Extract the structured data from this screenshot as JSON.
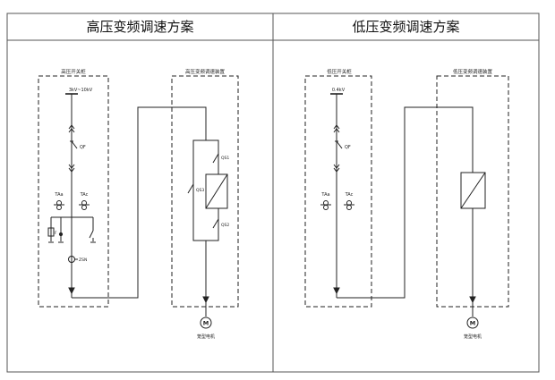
{
  "panels": {
    "hv": {
      "title": "高压变频调速方案",
      "switchgear_label": "高压开关柜",
      "drive_label": "高压变频调速装置",
      "voltage": "3kV~10kV",
      "qf": "QF",
      "tv_a": "TAa",
      "tv_c": "TAc",
      "qs1": "QS1",
      "qs2": "QS2",
      "qs3": "QS3",
      "fu": "F",
      "zsn": "ZSN",
      "motor_symbol": "M",
      "motor_label": "笼型电机"
    },
    "lv": {
      "title": "低压变频调速方案",
      "switchgear_label": "低压开关柜",
      "drive_label": "低压变频调速装置",
      "voltage": "0.4kV",
      "qf": "QF",
      "tv_a": "TAa",
      "tv_c": "TAc",
      "motor_symbol": "M",
      "motor_label": "笼型电机"
    }
  },
  "colors": {
    "line": "#222222",
    "border": "#555555"
  }
}
